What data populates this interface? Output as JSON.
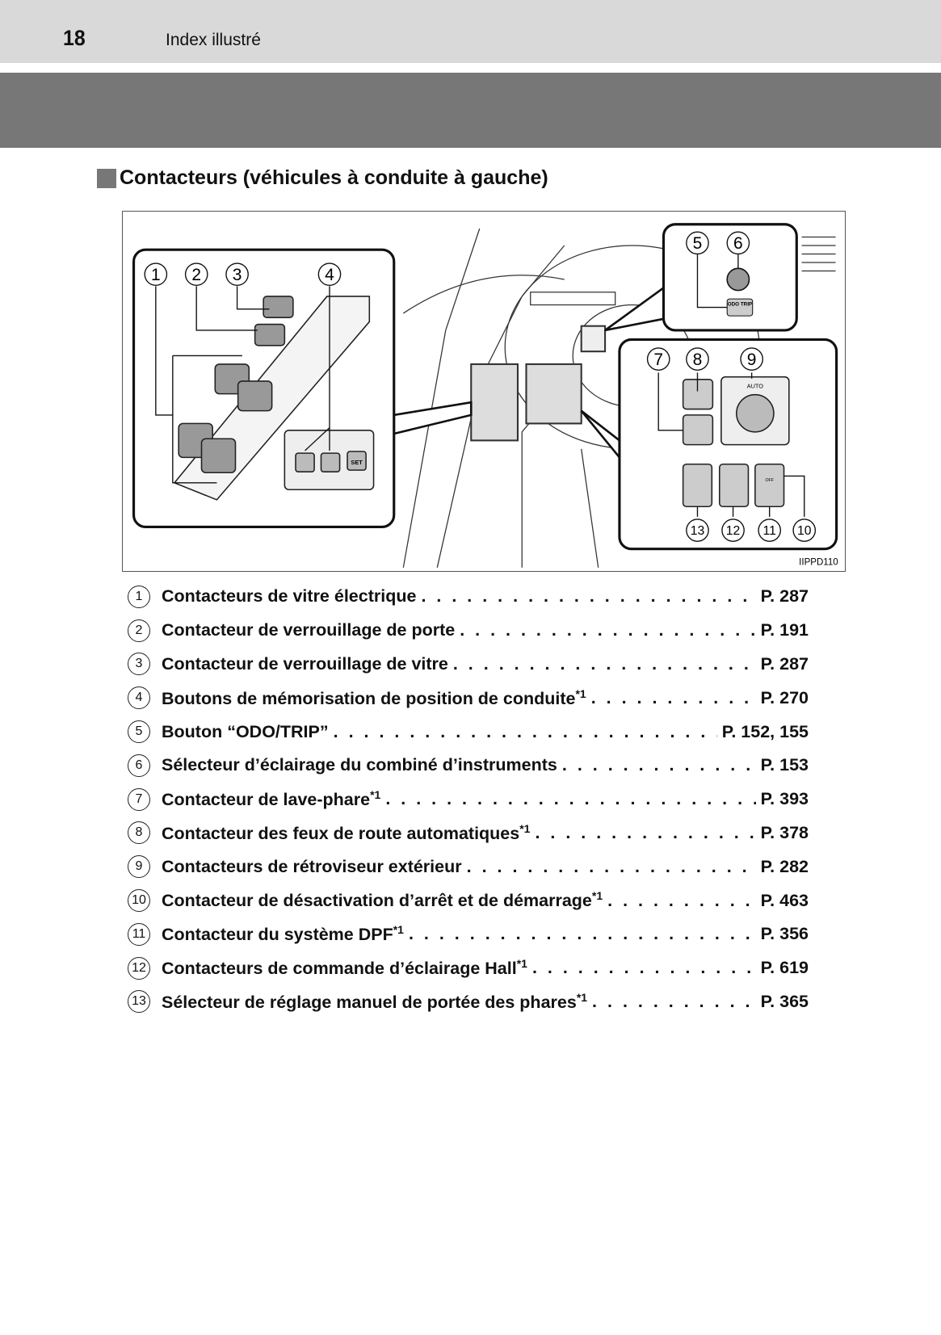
{
  "header": {
    "page_number": "18",
    "section": "Index illustré"
  },
  "heading": "Contacteurs (véhicules à conduite à gauche)",
  "figure": {
    "code": "IIPPD110",
    "odo_label": "ODO TRIP",
    "auto_label": "AUTO",
    "set_label": "SET",
    "off_label": "OFF",
    "callouts": [
      "1",
      "2",
      "3",
      "4",
      "5",
      "6",
      "7",
      "8",
      "9",
      "10",
      "11",
      "12",
      "13"
    ]
  },
  "items": [
    {
      "n": "1",
      "label": "Contacteurs de vitre électrique",
      "note": "",
      "page": "P. 287"
    },
    {
      "n": "2",
      "label": "Contacteur de verrouillage de porte",
      "note": "",
      "page": "P. 191"
    },
    {
      "n": "3",
      "label": "Contacteur de verrouillage de vitre",
      "note": "",
      "page": "P. 287"
    },
    {
      "n": "4",
      "label": "Boutons de mémorisation de position de conduite",
      "note": "*1",
      "page": "P. 270"
    },
    {
      "n": "5",
      "label": "Bouton “ODO/TRIP”",
      "note": "",
      "page": "P. 152, 155"
    },
    {
      "n": "6",
      "label": "Sélecteur d’éclairage du combiné d’instruments",
      "note": "",
      "page": "P. 153"
    },
    {
      "n": "7",
      "label": "Contacteur de lave-phare",
      "note": "*1",
      "page": "P. 393"
    },
    {
      "n": "8",
      "label": "Contacteur des feux de route automatiques",
      "note": "*1",
      "page": "P. 378"
    },
    {
      "n": "9",
      "label": "Contacteurs de rétroviseur extérieur",
      "note": "",
      "page": "P. 282"
    },
    {
      "n": "10",
      "label": "Contacteur de désactivation d’arrêt et de démarrage",
      "note": "*1",
      "page": "P. 463"
    },
    {
      "n": "11",
      "label": "Contacteur du système DPF",
      "note": "*1",
      "page": "P. 356"
    },
    {
      "n": "12",
      "label": "Contacteurs de commande d’éclairage Hall",
      "note": "*1",
      "page": "P. 619"
    },
    {
      "n": "13",
      "label": "Sélecteur de réglage manuel de portée des phares",
      "note": "*1",
      "page": "P. 365"
    }
  ]
}
